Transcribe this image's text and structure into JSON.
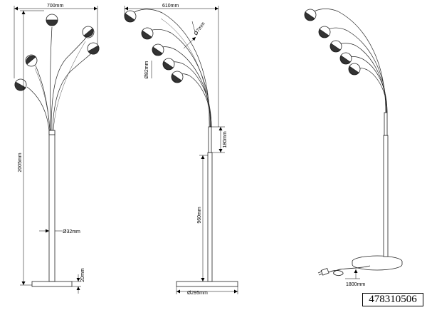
{
  "drawing": {
    "front_view": {
      "width_label": "700mm",
      "height_label": "2005mm",
      "pole_diameter_label": "Ø32mm",
      "base_height_label": "20mm"
    },
    "side_view": {
      "width_label": "610mm",
      "arm_diameter_label": "Ø7mm",
      "shade_diameter_label": "Ø82mm",
      "upper_tube_label": "180mm",
      "lower_tube_label": "960mm",
      "base_diameter_label": "Ø295mm"
    },
    "perspective_view": {
      "cable_length_label": "1800mm"
    },
    "product_code": "478310506"
  }
}
